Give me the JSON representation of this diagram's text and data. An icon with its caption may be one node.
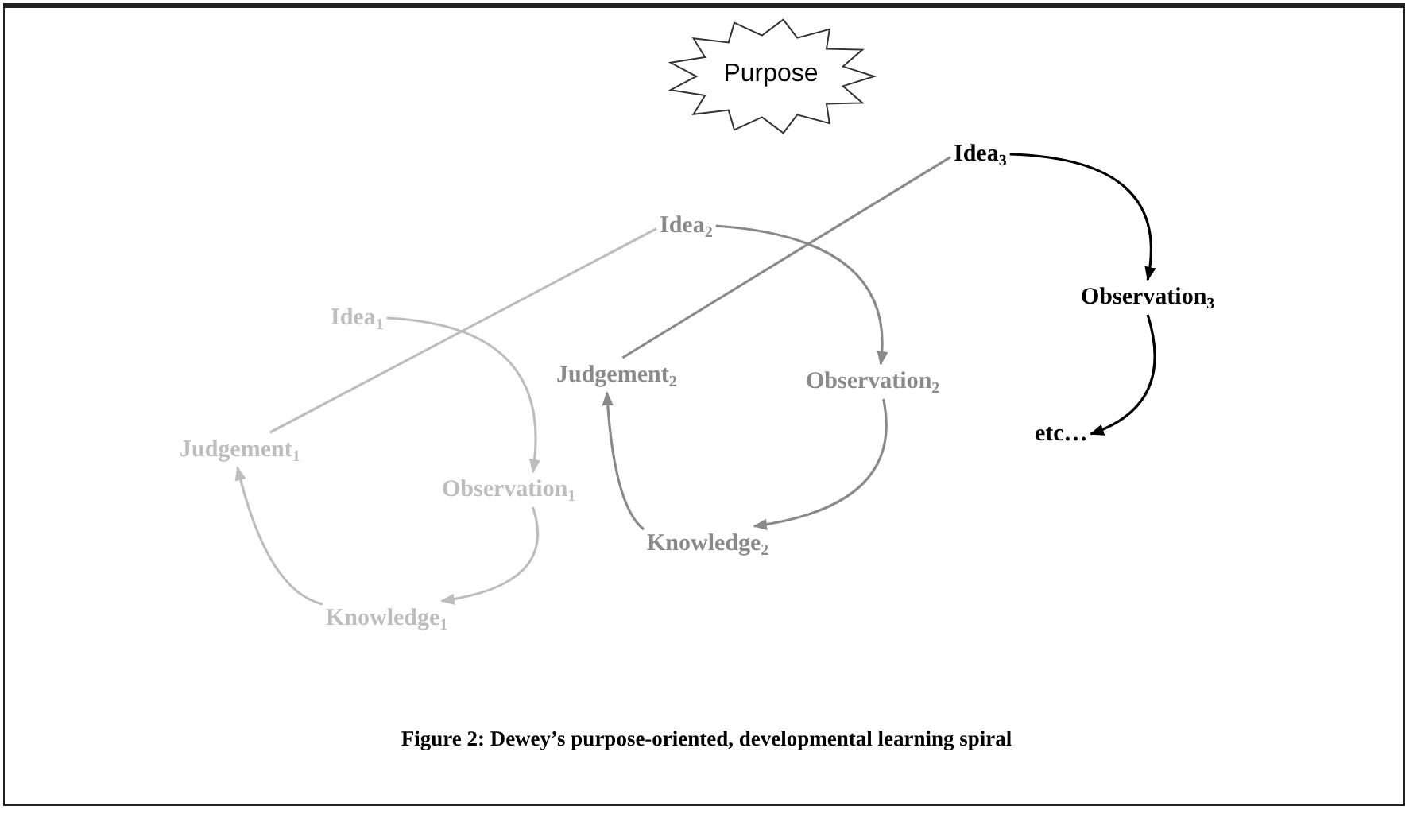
{
  "diagram": {
    "caption": "Figure 2: Dewey’s purpose-oriented, developmental learning spiral",
    "nodes": [
      {
        "text": [
          "Purpose"
        ]
      },
      {
        "text": [
          "Idea$_{3}$"
        ]
      },
      {
        "text": [
          "Idea$_{2}$"
        ]
      },
      {
        "text": [
          "Observation$_{3}$"
        ]
      },
      {
        "text": [
          "Idea$_{1}$"
        ]
      },
      {
        "text": [
          "Judgement$_{2}$"
        ]
      },
      {
        "text": [
          "Observation$_{2}$"
        ]
      },
      {
        "text": [
          "etc…"
        ]
      },
      {
        "text": [
          "Judgement$_{1}$"
        ]
      },
      {
        "text": [
          "Observation$_{1}$"
        ]
      },
      {
        "text": [
          "Knowledge$_{2}$"
        ]
      },
      {
        "text": [
          "Knowledge$_{1}$"
        ]
      }
    ],
    "edges": [
      {
        "from": 4,
        "to": 9,
        "arrow": "to",
        "color": "#bdbdbd"
      },
      {
        "from": 9,
        "to": 11,
        "arrow": "to",
        "color": "#bdbdbd"
      },
      {
        "from": 11,
        "to": 8,
        "arrow": "to",
        "color": "#bdbdbd"
      },
      {
        "from": 8,
        "to": 2,
        "arrow": "none",
        "color": "#bdbdbd"
      },
      {
        "from": 2,
        "to": 6,
        "arrow": "to",
        "color": "#8a8a8a"
      },
      {
        "from": 6,
        "to": 10,
        "arrow": "to",
        "color": "#8a8a8a"
      },
      {
        "from": 10,
        "to": 5,
        "arrow": "to",
        "color": "#8a8a8a"
      },
      {
        "from": 5,
        "to": 1,
        "arrow": "none",
        "color": "#8a8a8a"
      },
      {
        "from": 1,
        "to": 3,
        "arrow": "to",
        "color": "#000000"
      },
      {
        "from": 3,
        "to": 7,
        "arrow": "to",
        "color": "#000000"
      }
    ]
  }
}
